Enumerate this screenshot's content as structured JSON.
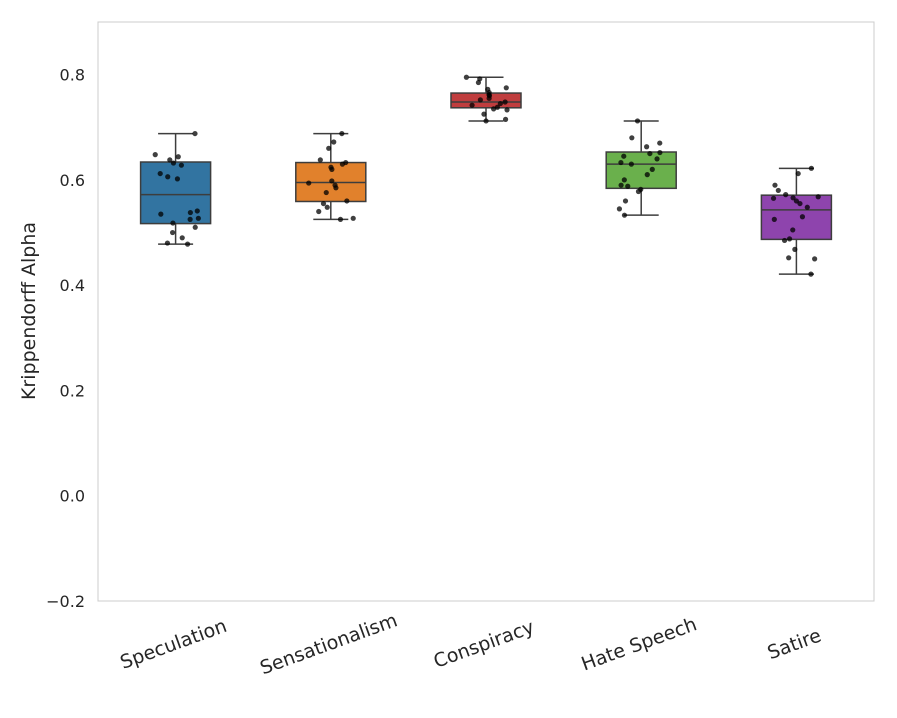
{
  "chart_data": {
    "type": "box",
    "ylabel": "Krippendorff Alpha",
    "xlabel": "",
    "ylim": [
      -0.2,
      0.9
    ],
    "yticks": [
      -0.2,
      0.0,
      0.2,
      0.4,
      0.6,
      0.8
    ],
    "ytick_labels": [
      "−0.2",
      "0.0",
      "0.2",
      "0.4",
      "0.6",
      "0.8"
    ],
    "grid": false,
    "categories": [
      "Speculation",
      "Sensationalism",
      "Conspiracy",
      "Hate Speech",
      "Satire"
    ],
    "colors": [
      "#3274a1",
      "#e1812c",
      "#c03d3e",
      "#6ab04c",
      "#8e44ad"
    ],
    "boxes": [
      {
        "category": "Speculation",
        "whisker_low": 0.478,
        "q1": 0.517,
        "median": 0.572,
        "q3": 0.634,
        "whisker_high": 0.688
      },
      {
        "category": "Sensationalism",
        "whisker_low": 0.525,
        "q1": 0.559,
        "median": 0.595,
        "q3": 0.633,
        "whisker_high": 0.688
      },
      {
        "category": "Conspiracy",
        "whisker_low": 0.712,
        "q1": 0.737,
        "median": 0.748,
        "q3": 0.765,
        "whisker_high": 0.795
      },
      {
        "category": "Hate Speech",
        "whisker_low": 0.533,
        "q1": 0.584,
        "median": 0.63,
        "q3": 0.653,
        "whisker_high": 0.712
      },
      {
        "category": "Satire",
        "whisker_low": 0.421,
        "q1": 0.487,
        "median": 0.543,
        "q3": 0.571,
        "whisker_high": 0.622
      }
    ],
    "points": [
      [
        0.688,
        0.648,
        0.644,
        0.638,
        0.632,
        0.628,
        0.612,
        0.606,
        0.602,
        0.541,
        0.538,
        0.535,
        0.527,
        0.525,
        0.518,
        0.51,
        0.5,
        0.49,
        0.48,
        0.478
      ],
      [
        0.688,
        0.672,
        0.66,
        0.638,
        0.633,
        0.63,
        0.624,
        0.62,
        0.598,
        0.594,
        0.59,
        0.585,
        0.576,
        0.56,
        0.555,
        0.548,
        0.54,
        0.527,
        0.525
      ],
      [
        0.795,
        0.792,
        0.785,
        0.775,
        0.772,
        0.766,
        0.762,
        0.76,
        0.755,
        0.752,
        0.748,
        0.745,
        0.742,
        0.738,
        0.735,
        0.733,
        0.725,
        0.715,
        0.712
      ],
      [
        0.712,
        0.68,
        0.67,
        0.663,
        0.652,
        0.65,
        0.645,
        0.64,
        0.633,
        0.63,
        0.62,
        0.61,
        0.6,
        0.59,
        0.588,
        0.582,
        0.578,
        0.56,
        0.545,
        0.533
      ],
      [
        0.622,
        0.612,
        0.59,
        0.58,
        0.572,
        0.568,
        0.566,
        0.565,
        0.56,
        0.555,
        0.548,
        0.53,
        0.525,
        0.505,
        0.488,
        0.485,
        0.468,
        0.452,
        0.45,
        0.421
      ]
    ]
  }
}
